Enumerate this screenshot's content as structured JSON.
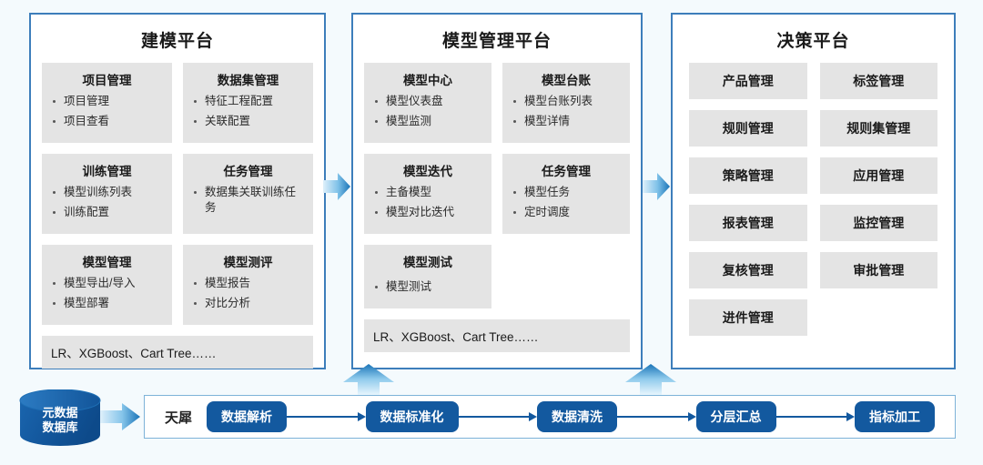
{
  "theme": {
    "page_background": "#f4fafd",
    "panel_border": "#3d7ebb",
    "card_background": "#e4e4e4",
    "accent_blue": "#13599f",
    "arrow_light": "#cfeafa",
    "arrow_dark": "#1a74b8"
  },
  "panels": [
    {
      "title": "建模平台",
      "rows": [
        [
          {
            "title": "项目管理",
            "items": [
              "项目管理",
              "项目查看"
            ]
          },
          {
            "title": "数据集管理",
            "items": [
              "特征工程配置",
              "关联配置"
            ]
          }
        ],
        [
          {
            "title": "训练管理",
            "items": [
              "模型训练列表",
              "训练配置"
            ]
          },
          {
            "title": "任务管理",
            "items": [
              "数据集关联训练任务"
            ]
          }
        ],
        [
          {
            "title": "模型管理",
            "items": [
              "模型导出/导入",
              "模型部署"
            ]
          },
          {
            "title": "模型测评",
            "items": [
              "模型报告",
              "对比分析"
            ]
          }
        ]
      ],
      "footer": "LR、XGBoost、Cart Tree……"
    },
    {
      "title": "模型管理平台",
      "rows": [
        [
          {
            "title": "模型中心",
            "items": [
              "模型仪表盘",
              "模型监测"
            ]
          },
          {
            "title": "模型台账",
            "items": [
              "模型台账列表",
              "模型详情"
            ]
          }
        ],
        [
          {
            "title": "模型迭代",
            "items": [
              "主备模型",
              "模型对比迭代"
            ]
          },
          {
            "title": "任务管理",
            "items": [
              "模型任务",
              "定时调度"
            ]
          }
        ],
        [
          {
            "title": "模型测试",
            "items": [
              "模型测试"
            ]
          },
          {
            "title": "",
            "items": [],
            "empty": true
          }
        ]
      ],
      "footer": "LR、XGBoost、Cart Tree……"
    }
  ],
  "decision_panel": {
    "title": "决策平台",
    "tile_rows": [
      [
        "产品管理",
        "标签管理"
      ],
      [
        "规则管理",
        "规则集管理"
      ],
      [
        "策略管理",
        "应用管理"
      ],
      [
        "报表管理",
        "监控管理"
      ],
      [
        "复核管理",
        "审批管理"
      ],
      [
        "进件管理",
        ""
      ]
    ]
  },
  "database": {
    "line1": "元数据",
    "line2": "数据库"
  },
  "pipeline": {
    "brand": "天犀",
    "steps": [
      "数据解析",
      "数据标准化",
      "数据清洗",
      "分层汇总",
      "指标加工"
    ]
  }
}
